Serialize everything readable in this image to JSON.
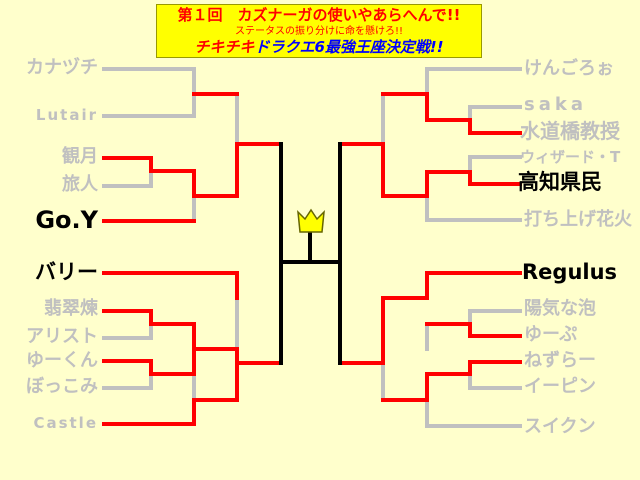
{
  "title": {
    "line1": "第１回　カズナーガの使いやあらへんで!!",
    "line2": "ステータスの振り分けに命を懸けろ!!",
    "line3_prefix": "チキチキ",
    "line3_main": "ドラクエ6最強王座決定戦!!"
  },
  "colors": {
    "background": "#ffffcc",
    "advance_line": "#ff0000",
    "eliminated_line": "#c0c0c0",
    "final_line": "#000000",
    "eliminated_text": "#c0c0c0",
    "winner_text": "#000000",
    "title_bg": "#ffff00"
  },
  "icons": {
    "center": "crown-icon"
  },
  "left_entrants": [
    {
      "name": "カナヅチ",
      "status": "eliminated"
    },
    {
      "name": "Lutair",
      "status": "eliminated"
    },
    {
      "name": "観月",
      "status": "eliminated"
    },
    {
      "name": "旅人",
      "status": "eliminated"
    },
    {
      "name": "Go.Y",
      "status": "finalist"
    },
    {
      "name": "バリー",
      "status": "finalist"
    },
    {
      "name": "翡翠煉",
      "status": "eliminated"
    },
    {
      "name": "アリスト",
      "status": "eliminated"
    },
    {
      "name": "ゆーくん",
      "status": "eliminated"
    },
    {
      "name": "ぼっこみ",
      "status": "eliminated"
    },
    {
      "name": "Castle",
      "status": "eliminated"
    }
  ],
  "right_entrants": [
    {
      "name": "けんごろぉ",
      "status": "eliminated"
    },
    {
      "name": "saka",
      "status": "eliminated"
    },
    {
      "name": "水道橋教授",
      "status": "eliminated"
    },
    {
      "name": "ウィザード・T",
      "status": "eliminated"
    },
    {
      "name": "高知県民",
      "status": "finalist"
    },
    {
      "name": "打ち上げ花火",
      "status": "eliminated"
    },
    {
      "name": "Regulus",
      "status": "finalist"
    },
    {
      "name": "陽気な泡",
      "status": "eliminated"
    },
    {
      "name": "ゆーぷ",
      "status": "eliminated"
    },
    {
      "name": "ねずらー",
      "status": "eliminated"
    },
    {
      "name": "イーピン",
      "status": "eliminated"
    },
    {
      "name": "スイクン",
      "status": "eliminated"
    }
  ]
}
